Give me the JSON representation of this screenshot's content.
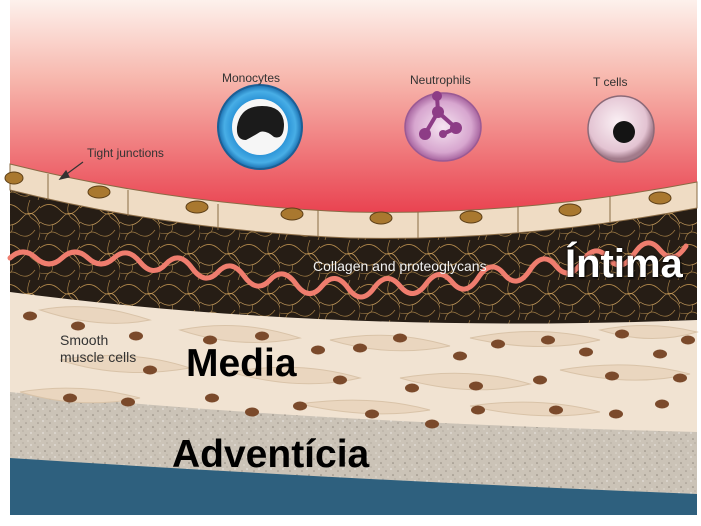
{
  "labels": {
    "monocytes": "Monocytes",
    "neutrophils": "Neutrophils",
    "t_cells": "T cells",
    "tight_junctions": "Tight junctions",
    "collagen": "Collagen and proteoglycans",
    "smooth_muscle_line1": "Smooth",
    "smooth_muscle_line2": "muscle cells",
    "intima": "Íntima",
    "media": "Media",
    "adventicia": "Adventícia"
  },
  "colors": {
    "lumen_top": "#fbe3dc",
    "lumen_bottom": "#e93b4a",
    "endothelium": "#eed9bf",
    "cell_nucleus": "#a9782f",
    "collagen_bg": "#2a2018",
    "collagen_fiber": "#b98e4e",
    "elastic_lamina": "#ee7a6c",
    "media_bg": "#f4e6d6",
    "muscle_nucleus": "#7a4a2c",
    "adventitia": "#cfc6ba",
    "outer_band": "#2b5e7c",
    "monocyte_ring": "#2c93d7",
    "neutrophil": "#c48ac0",
    "t_cell": "#e6cbd8"
  }
}
